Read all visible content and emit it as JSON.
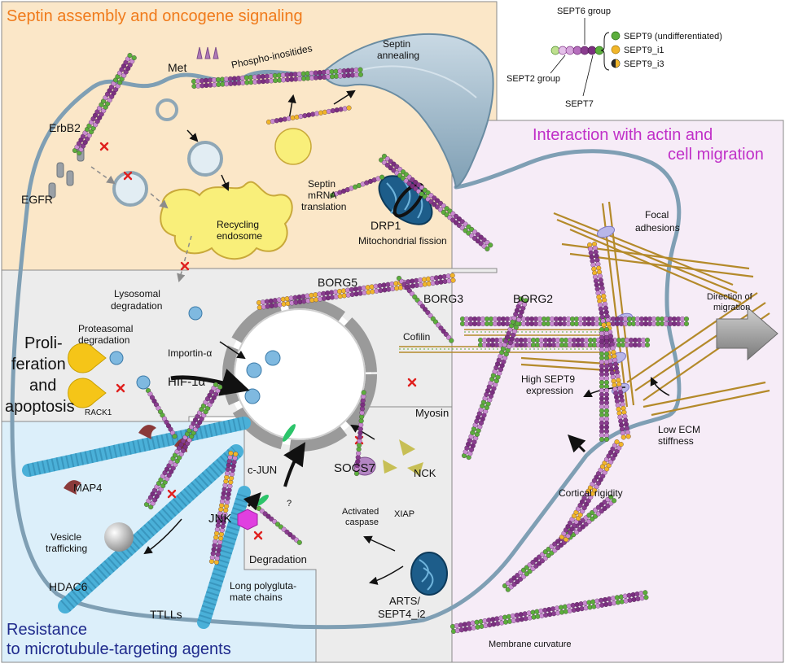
{
  "panels": {
    "septin_assembly": "Septin assembly and oncogene signaling",
    "actin_line1": "Interaction with actin and",
    "actin_line2": "cell migration",
    "prolif_line1": "Proli-",
    "prolif_line2": "feration",
    "prolif_line3": "and",
    "prolif_line4": "apoptosis",
    "resistance_line1": "Resistance",
    "resistance_line2": "to microtubule-targeting agents"
  },
  "legend": {
    "sept6_group": "SEPT6 group",
    "sept2_group": "SEPT2 group",
    "sept7": "SEPT7",
    "sept9_undiff": "SEPT9 (undifferentiated)",
    "sept9_i1": "SEPT9_i1",
    "sept9_i3": "SEPT9_i3"
  },
  "labels": {
    "met": "Met",
    "phospho": "Phospho-inositides",
    "septin_annealing_1": "Septin",
    "septin_annealing_2": "annealing",
    "erbb2": "ErbB2",
    "egfr": "EGFR",
    "recycling_1": "Recycling",
    "recycling_2": "endosome",
    "mrna_1": "Septin",
    "mrna_2": "mRNA",
    "mrna_3": "translation",
    "drp1": "DRP1",
    "mito_fission": "Mitochondrial fission",
    "lysosomal_1": "Lysosomal",
    "lysosomal_2": "degradation",
    "borg5": "BORG5",
    "borg3": "BORG3",
    "borg2": "BORG2",
    "cofilin": "Cofilin",
    "myosin": "Myosin",
    "high_sept9_1": "High SEPT9",
    "high_sept9_2": "expression",
    "focal_1": "Focal",
    "focal_2": "adhesions",
    "direction_1": "Direction of",
    "direction_2": "migration",
    "low_ecm_1": "Low ECM",
    "low_ecm_2": "stiffness",
    "cortical": "Cortical rigidity",
    "membrane_curv": "Membrane curvature",
    "proteasomal_1": "Proteasomal",
    "proteasomal_2": "degradation",
    "importin": "Importin-α",
    "hif": "HIF-1α",
    "rack1": "RACK1",
    "map4": "MAP4",
    "vesicle_1": "Vesicle",
    "vesicle_2": "trafficking",
    "hdac6": "HDAC6",
    "ttlls": "TTLLs",
    "polyglu_1": "Long polygluta-",
    "polyglu_2": "mate chains",
    "cjun": "c-JUN",
    "jnk": "JNK",
    "question": "?",
    "degradation": "Degradation",
    "socs7": "SOCS7",
    "nck": "NCK",
    "activated_1": "Activated",
    "activated_2": "caspase",
    "xiap": "XIAP",
    "arts_1": "ARTS/",
    "arts_2": "SEPT4_i2"
  },
  "colors": {
    "orange_panel": "#fbe7c8",
    "purple_panel": "#f6ecf7",
    "gray_panel": "#ececec",
    "blue_panel": "#dceffa",
    "orange_title": "#f07a1a",
    "purple_title": "#c030c8",
    "blue_title": "#1f2a8c",
    "septin_purple": "#8a3d8f",
    "septin_pink": "#c98ad0",
    "septin_green": "#5cae3c",
    "sept9_i1": "#f1b62a",
    "actin": "#b48a2a",
    "membrane": "#7a9bb0",
    "nucleus": "#a9a9a9",
    "mt_blue": "#4ab0d8"
  }
}
